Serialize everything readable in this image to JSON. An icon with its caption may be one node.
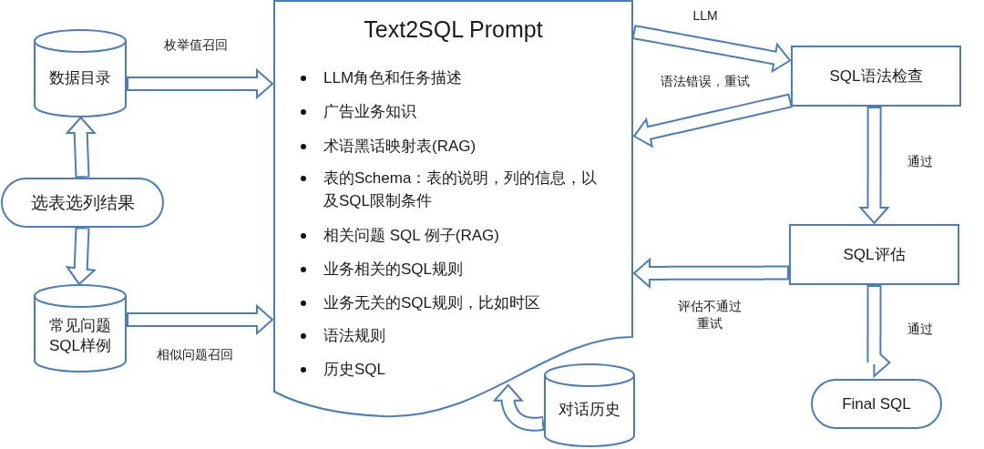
{
  "diagram": {
    "nodes": [
      {
        "text": [
          "数据目录"
        ]
      },
      {
        "text": [
          "选表选列结果"
        ]
      },
      {
        "text": [
          "常见问题SQL样例"
        ]
      },
      {
        "text": [
          "Text2SQL Prompt",
          "LLM角色和任务描述",
          "广告业务知识",
          "术语黑话映射表(RAG)",
          "表的Schema：表的说明，列的信息，以及SQL限制条件",
          "相关问题  SQL 例子(RAG)",
          "业务相关的SQL规则",
          "业务无关的SQL规则，比如时区",
          "语法规则",
          "历史SQL"
        ]
      },
      {
        "text": [
          "对话历史"
        ]
      },
      {
        "text": [
          "SQL语法检查"
        ]
      },
      {
        "text": [
          "SQL评估"
        ]
      },
      {
        "text": [
          "Final SQL"
        ]
      }
    ],
    "edges": [
      {
        "from": 1,
        "to": 0,
        "arrow": "to"
      },
      {
        "from": 1,
        "to": 2,
        "arrow": "to"
      },
      {
        "from": 0,
        "to": 3,
        "arrow": "to",
        "label": "枚举值召回"
      },
      {
        "from": 2,
        "to": 3,
        "arrow": "to",
        "label": "相似问题召回"
      },
      {
        "from": 4,
        "to": 3,
        "arrow": "to"
      },
      {
        "from": 3,
        "to": 5,
        "arrow": "to",
        "label": "LLM"
      },
      {
        "from": 5,
        "to": 3,
        "arrow": "to",
        "label": "语法错误，重试"
      },
      {
        "from": 5,
        "to": 6,
        "arrow": "to",
        "label": "通过"
      },
      {
        "from": 6,
        "to": 3,
        "arrow": "to",
        "label": "评估不通过重试"
      },
      {
        "from": 6,
        "to": 7,
        "arrow": "to",
        "label": "通过"
      }
    ]
  }
}
